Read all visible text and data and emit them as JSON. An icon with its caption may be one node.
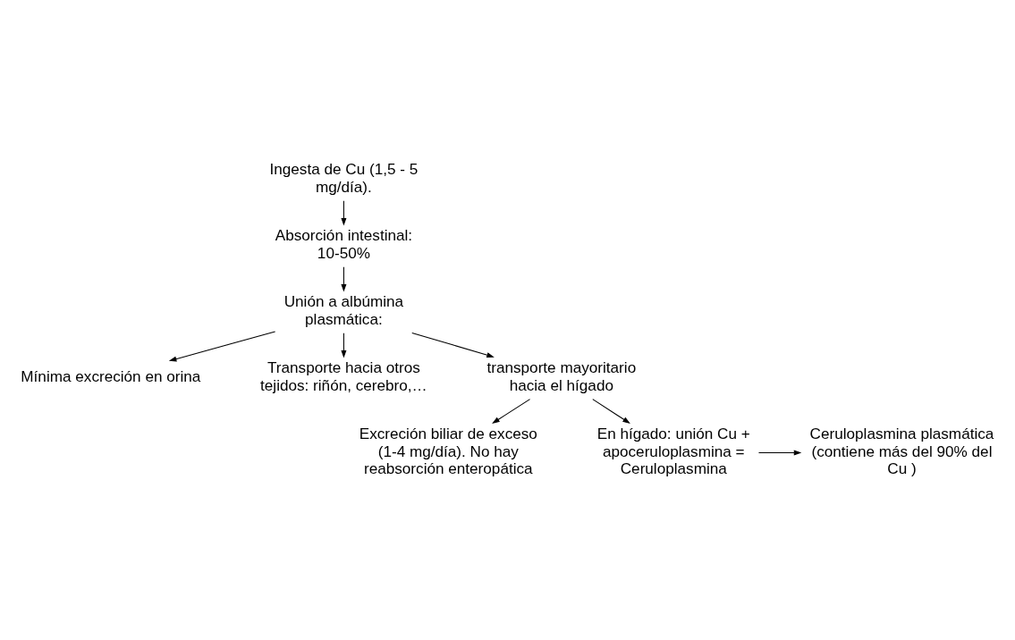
{
  "diagram": {
    "nodes": [
      {
        "text": [
          "Ingesta de Cu (1,5 - 5 mg/día)."
        ]
      },
      {
        "text": [
          "Absorción intestinal: 10-50%"
        ]
      },
      {
        "text": [
          "Unión a albúmina plasmática:"
        ]
      },
      {
        "text": [
          "Mínima excreción en orina"
        ]
      },
      {
        "text": [
          "Transporte hacia otros tejidos: riñón, cerebro,…"
        ]
      },
      {
        "text": [
          "transporte mayoritario hacia el hígado"
        ]
      },
      {
        "text": [
          "Excreción biliar de exceso (1-4 mg/día). No hay reabsorción enteropática"
        ]
      },
      {
        "text": [
          "En hígado: unión Cu + apoceruloplasmina = Ceruloplasmina"
        ]
      },
      {
        "text": [
          "Ceruloplasmina plasmática (contiene más del 90% del Cu )"
        ]
      }
    ],
    "edges": [
      {
        "from": 0,
        "to": 1,
        "arrow": "to"
      },
      {
        "from": 1,
        "to": 2,
        "arrow": "to"
      },
      {
        "from": 2,
        "to": 3,
        "arrow": "to"
      },
      {
        "from": 2,
        "to": 5,
        "arrow": "to"
      },
      {
        "from": 2,
        "to": 4,
        "arrow": "to"
      },
      {
        "from": 5,
        "to": 6,
        "arrow": "to"
      },
      {
        "from": 5,
        "to": 7,
        "arrow": "to"
      },
      {
        "from": 7,
        "to": 8,
        "arrow": "to"
      }
    ]
  }
}
